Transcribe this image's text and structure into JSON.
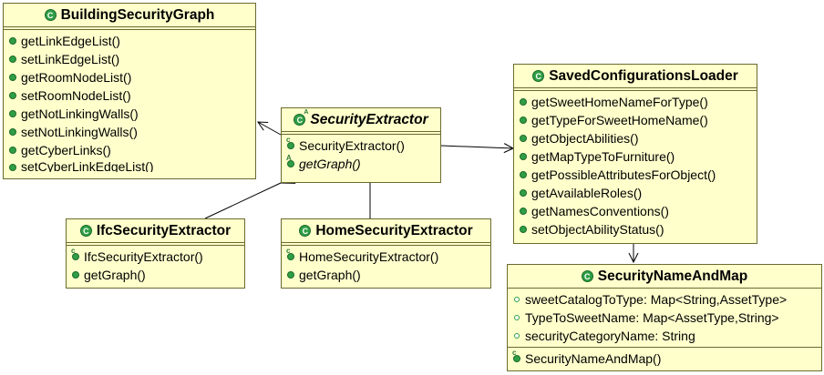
{
  "classes": {
    "building_security_graph": {
      "name": "BuildingSecurityGraph",
      "methods": [
        "getLinkEdgeList()",
        "setLinkEdgeList()",
        "getRoomNodeList()",
        "setRoomNodeList()",
        "getNotLinkingWalls()",
        "setNotLinkingWalls()",
        "getCyberLinks()",
        "setCyberLinkEdgeList()"
      ]
    },
    "security_extractor": {
      "name": "SecurityExtractor",
      "constructor": "SecurityExtractor()",
      "abstract_method": "getGraph()"
    },
    "saved_configurations_loader": {
      "name": "SavedConfigurationsLoader",
      "methods": [
        "getSweetHomeNameForType()",
        "getTypeForSweetHomeName()",
        "getObjectAbilities()",
        "getMapTypeToFurniture()",
        "getPossibleAttributesForObject()",
        "getAvailableRoles()",
        "getNamesConventions()",
        "setObjectAbilityStatus()"
      ]
    },
    "ifc_security_extractor": {
      "name": "IfcSecurityExtractor",
      "constructor": "IfcSecurityExtractor()",
      "method": "getGraph()"
    },
    "home_security_extractor": {
      "name": "HomeSecurityExtractor",
      "constructor": "HomeSecurityExtractor()",
      "method": "getGraph()"
    },
    "security_name_and_map": {
      "name": "SecurityNameAndMap",
      "fields": [
        "sweetCatalogToType: Map<String,AssetType>",
        "TypeToSweetName: Map<AssetType,String>",
        "securityCategoryName: String"
      ],
      "constructor": "SecurityNameAndMap()"
    }
  },
  "colors": {
    "fill": "#ffffcc",
    "border": "#6b6b2e",
    "icon": "#2f9e45"
  },
  "icons": {
    "class": "class-icon",
    "method": "public-method-icon",
    "constructor": "constructor-icon",
    "field": "field-icon"
  }
}
